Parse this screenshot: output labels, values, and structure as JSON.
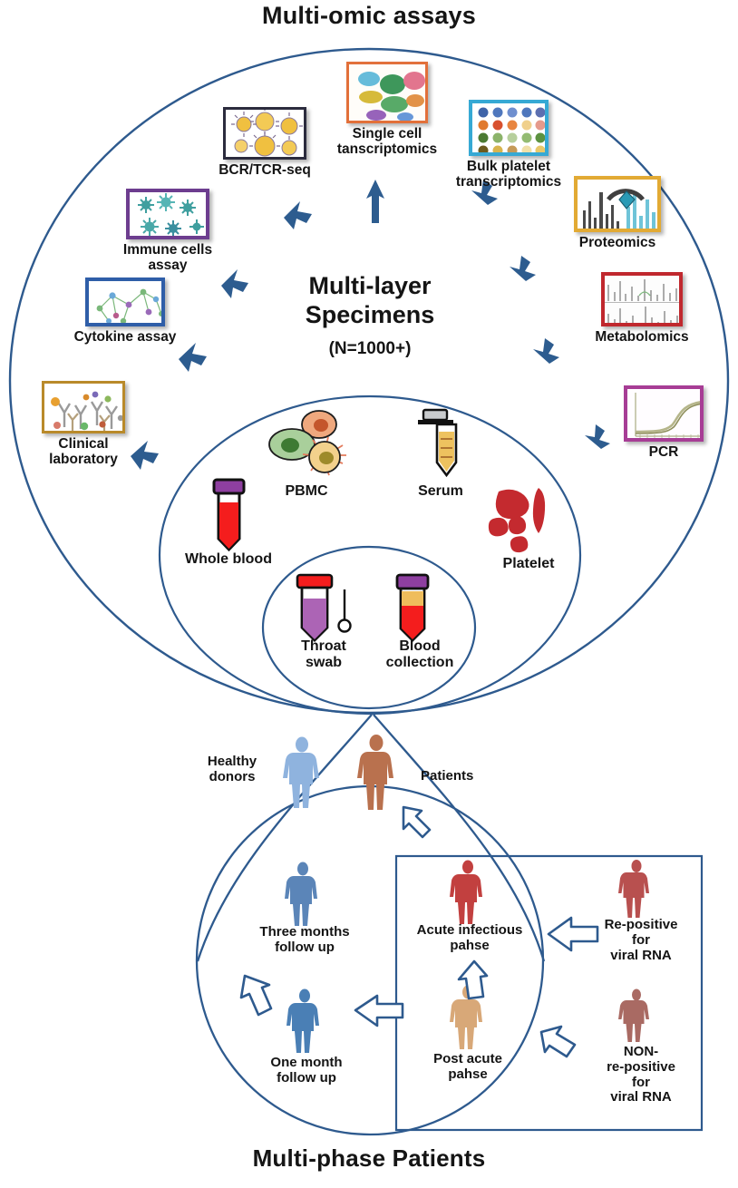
{
  "titles": {
    "top": "Multi-omic assays",
    "bottom": "Multi-phase Patients"
  },
  "center": {
    "heading_line1": "Multi-layer",
    "heading_line2": "Specimens",
    "sample_size": "(N=1000+)"
  },
  "colors": {
    "circle_stroke": "#2e5a8e",
    "arrow_fill": "#2d5c8f",
    "hollow_arrow_stroke": "#2e5a8e",
    "text": "#141414",
    "healthy_blue": "#7ba6d6",
    "patient_brown": "#b9714e",
    "acute_red": "#c2403f",
    "post_acute_tan": "#d8a878",
    "followup_blue": "#4a7fb5",
    "repositive_red": "#b8504f",
    "nonrepositive_red": "#a96a63"
  },
  "assays": [
    {
      "id": "bcr-tcr-seq",
      "label": "BCR/TCR-seq",
      "border": "#2b2b3d",
      "kind": "virus-cells"
    },
    {
      "id": "single-cell-transcriptomics",
      "label": "Single cell\ntanscriptomics",
      "border": "#e2703a",
      "kind": "tsne-clusters"
    },
    {
      "id": "bulk-platelet-transcriptomics",
      "label": "Bulk platelet\ntranscriptomics",
      "border": "#36a9d4",
      "kind": "dot-grid"
    },
    {
      "id": "proteomics",
      "label": "Proteomics",
      "border": "#e2aa34",
      "kind": "mass-spec"
    },
    {
      "id": "metabolomics",
      "label": "Metabolomics",
      "border": "#c0282e",
      "kind": "spectra"
    },
    {
      "id": "pcr",
      "label": "PCR",
      "border": "#a73d95",
      "kind": "amp-curve"
    },
    {
      "id": "immune-cells-assay",
      "label": "Immune cells\nassay",
      "border": "#6d3d8f",
      "kind": "star-cells"
    },
    {
      "id": "cytokine-assay",
      "label": "Cytokine assay",
      "border": "#2f5ea8",
      "kind": "network"
    },
    {
      "id": "clinical-laboratory",
      "label": "Clinical\nlaboratory",
      "border": "#b98a2a",
      "kind": "antibodies"
    }
  ],
  "specimens": [
    {
      "id": "pbmc",
      "label": "PBMC"
    },
    {
      "id": "serum",
      "label": "Serum"
    },
    {
      "id": "whole-blood",
      "label": "Whole blood"
    },
    {
      "id": "platelet",
      "label": "Platelet"
    },
    {
      "id": "throat-swab",
      "label": "Throat\nswab"
    },
    {
      "id": "blood-collection",
      "label": "Blood\ncollection"
    }
  ],
  "patients": {
    "healthy_donors": "Healthy\ndonors",
    "patients": "Patients",
    "three_months": "Three months\nfollow up",
    "one_month": "One month\nfollow up",
    "acute": "Acute infectious\npahse",
    "post_acute": "Post acute\npahse",
    "repositive": "Re-positive\nfor\nviral RNA",
    "non_repositive": "NON-\nre-positive\nfor\nviral RNA"
  }
}
